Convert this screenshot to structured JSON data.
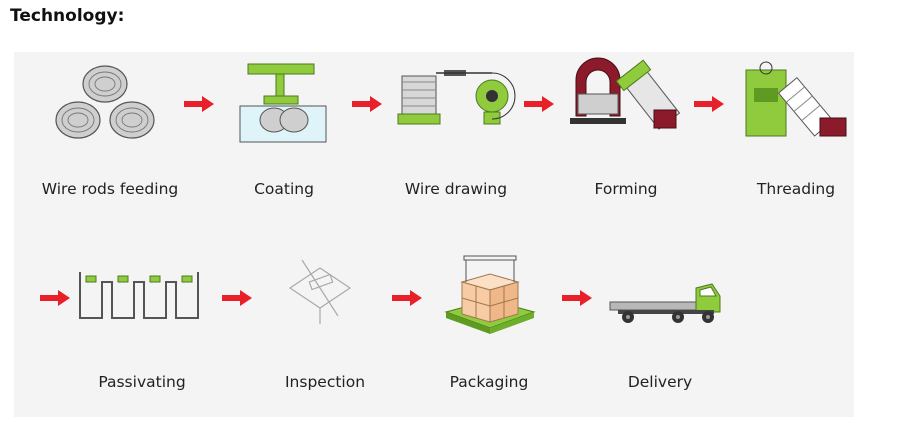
{
  "page": {
    "heading": "Technology:"
  },
  "steps": [
    {
      "label": "Wire rods feeding",
      "icon": "wire-coils-icon"
    },
    {
      "label": "Coating",
      "icon": "coating-bath-icon"
    },
    {
      "label": "Wire drawing",
      "icon": "wire-drawing-machine-icon"
    },
    {
      "label": "Forming",
      "icon": "forming-press-icon"
    },
    {
      "label": "Threading",
      "icon": "threading-machine-icon"
    },
    {
      "label": "Passivating",
      "icon": "passivating-tank-icon"
    },
    {
      "label": "Inspection",
      "icon": "inspection-icon"
    },
    {
      "label": "Packaging",
      "icon": "pallet-boxes-icon"
    },
    {
      "label": "Delivery",
      "icon": "delivery-truck-icon"
    }
  ],
  "colors": {
    "arrow": "#e8202a",
    "machine_green": "#8fcb3c",
    "steel_gray": "#8a8a8a",
    "box_peach": "#f7cba4",
    "dark_maroon": "#8b1b2a"
  }
}
